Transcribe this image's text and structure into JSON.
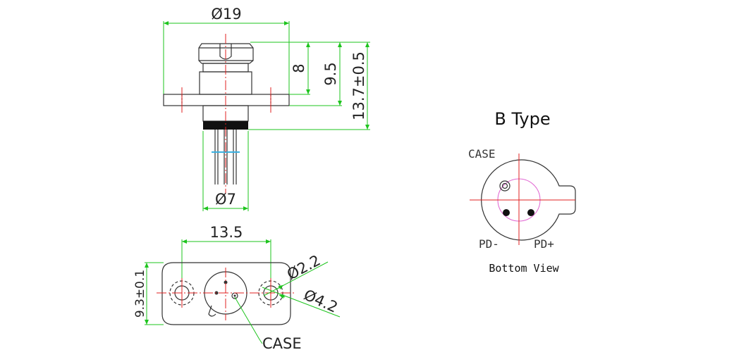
{
  "side_view": {
    "dim_flange_dia": "Ø19",
    "dim_cap_height": "8",
    "dim_body_height": "9.5",
    "dim_total_height": "13.7±0.5",
    "dim_can_dia": "Ø7"
  },
  "bottom_flange": {
    "dim_hole_spacing": "13.5",
    "dim_width": "9.3±0.1",
    "dim_hole_dia": "Ø2.2",
    "dim_counterbore_dia": "Ø4.2",
    "case_label": "CASE"
  },
  "pinout": {
    "title": "B Type",
    "case_label": "CASE",
    "pd_minus_label": "PD-",
    "pd_plus_label": "PD+",
    "caption": "Bottom View"
  },
  "colors": {
    "outline": "#333333",
    "dimension": "#1ec41e",
    "centerline": "#e02020",
    "circle": "#e060d0",
    "pin": "#111111"
  }
}
